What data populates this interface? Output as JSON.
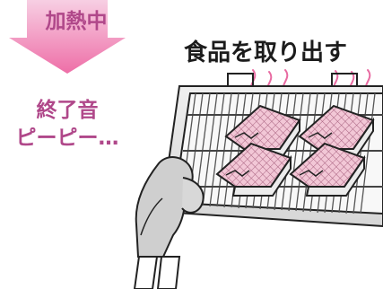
{
  "status_text": "加熱中",
  "title_text": "食品を取り出す",
  "end_sound": {
    "line1": "終了音",
    "line2": "ピーピー…"
  },
  "colors": {
    "accent": "#b0488a",
    "arrow_top": "#f7cfe3",
    "arrow_bottom": "#ee6ea7",
    "steam": "#e86aa1",
    "food_pink": "#f2c7d6",
    "tray_gray": "#dcdcdc",
    "mitt_gray": "#c9c9c9",
    "outline": "#222222"
  },
  "icons": {
    "arrow": "down-arrow-icon",
    "steam": "steam-icon",
    "mitt": "oven-mitt-icon",
    "grill": "grill-tray-icon",
    "fish": "fish-fillet-icon"
  }
}
